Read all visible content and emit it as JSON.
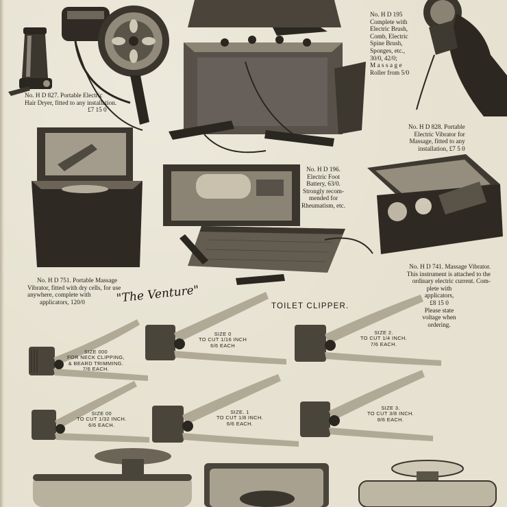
{
  "captions": {
    "hd827": [
      "No. H D 827.  Portable Electric",
      "Hair Dryer, fitted to any installation.",
      "£7 15 0"
    ],
    "hd195": [
      "No. H D 195",
      "Complete with",
      "Electric Brush,",
      "Comb, Electric",
      "Spine  Brush,",
      "Sponges, etc.,",
      "30/0, 42/0;",
      "Massage",
      "Roller from 5/0"
    ],
    "hd828": [
      "No. H D 828.  Portable",
      "Electric  Vibrator  for",
      "Massage, fitted to any",
      "installation, £7 5 0"
    ],
    "hd196": [
      "No. H D 196.",
      "Electric Foot",
      "Battery, 63/0.",
      "Strongly  recom-",
      "mended for",
      "Rheumatism, etc."
    ],
    "hd751": [
      "No. H D 751.  Portable Massage",
      "Vibrator, fitted with dry cells, for use",
      "anywhere, complete with",
      "applicators, 120/0"
    ],
    "hd741": [
      "No. H D 741.  Massage Vibrator.",
      "This instrument is attached to the",
      "ordinary electric current.  Com-",
      "plete with",
      "applicators,",
      "£8 15 0",
      "Please state",
      "voltage when",
      "ordering."
    ]
  },
  "clipper_section": {
    "brand": "\"The Venture\"",
    "title": "TOILET CLIPPER."
  },
  "clippers": [
    {
      "lines": [
        "SIZE 000",
        "FOR NECK CLIPPING,",
        "& BEARD TRIMMING.",
        "7/6 EACH."
      ]
    },
    {
      "lines": [
        "SIZE 0",
        "TO CUT 1/16 INCH",
        "6/6 EACH"
      ]
    },
    {
      "lines": [
        "SIZE 2.",
        "TO CUT 1/4 INCH.",
        "7/6 EACH."
      ]
    },
    {
      "lines": [
        "SIZE 00",
        "TO CUT 1/32 INCH.",
        "6/6 EACH."
      ]
    },
    {
      "lines": [
        "SIZE. 1",
        "TO CUT 1/8 INCH.",
        "6/6 EACH."
      ]
    },
    {
      "lines": [
        "SIZE 3.",
        "TO CUT 3/8 INCH.",
        "8/6 EACH."
      ]
    }
  ]
}
